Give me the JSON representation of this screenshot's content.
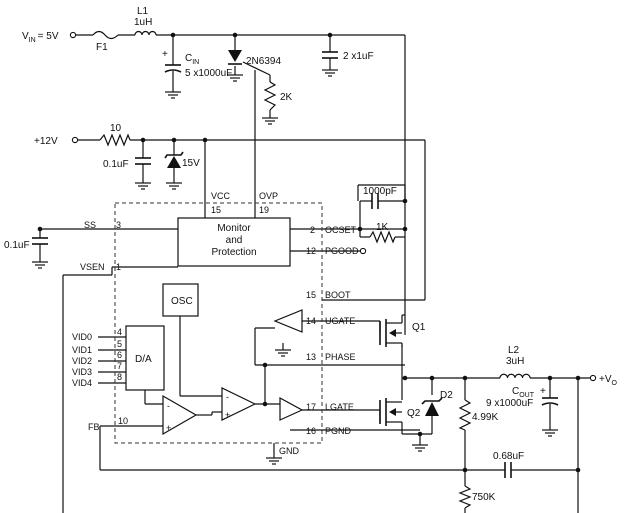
{
  "supply": {
    "vin": "V",
    "vin_sub": "IN",
    "vin_val": "= 5V",
    "plus12": "+12V"
  },
  "components": {
    "l1_name": "L1",
    "l1_val": "1uH",
    "f1": "F1",
    "cin": "C",
    "cin_sub": "IN",
    "cin_plus": "+",
    "cin_val": "5 x1000uF",
    "scr": "2N6394",
    "r2k": "2K",
    "c2x1": "2 x1uF",
    "r10": "10",
    "c01_top": "0.1uF",
    "z15": "15V",
    "c1000p": "1000pF",
    "r1k": "1K",
    "c01_left": "0.1uF",
    "osc": "OSC",
    "da": "D/A",
    "q1": "Q1",
    "q2": "Q2",
    "d2": "D2",
    "l2_name": "L2",
    "l2_val": "3uH",
    "cout": "C",
    "cout_sub": "OUT",
    "cout_plus": "+",
    "cout_val": "9 x1000uF",
    "r499": "4.99K",
    "c068": "0.68uF",
    "r750": "750K",
    "vo": "+V",
    "vo_sub": "O"
  },
  "ic": {
    "mp_line1": "Monitor",
    "mp_line2": "and",
    "mp_line3": "Protection",
    "vcc": "VCC",
    "vcc_pin": "15",
    "ovp": "OVP",
    "ovp_pin": "19",
    "ss": "SS",
    "ss_pin": "3",
    "vsen": "VSEN",
    "vsen_pin": "1",
    "ocset_pin": "2",
    "ocset": "OCSET",
    "pgood_pin": "12",
    "pgood": "PGOOD",
    "boot_pin": "15",
    "boot": "BOOT",
    "ugate_pin": "14",
    "ugate": "UGATE",
    "phase_pin": "13",
    "phase": "PHASE",
    "lgate_pin": "17",
    "lgate": "LGATE",
    "pgnd_pin": "16",
    "pgnd": "PGND",
    "fb": "FB",
    "fb_pin": "10",
    "gnd": "GND",
    "vid": [
      "VID0",
      "VID1",
      "VID2",
      "VID3",
      "VID4"
    ],
    "vid_pins": [
      "4",
      "5",
      "6",
      "7",
      "8"
    ],
    "opamp_minus": "-",
    "opamp_plus": "+"
  }
}
